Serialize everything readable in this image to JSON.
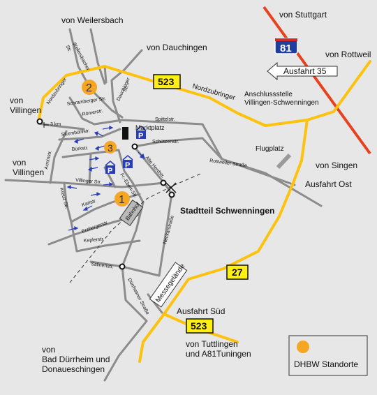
{
  "directions": {
    "weilersbach": "von Weilersbach",
    "stuttgart": "von Stuttgart",
    "dauchingen": "von Dauchingen",
    "rottweil": "von Rottweil",
    "villingen_1": "von",
    "villingen_1b": "Villingen",
    "villingen_2": "von",
    "villingen_2b": "Villingen",
    "singen": "von Singen",
    "duerrheim_1": "von",
    "duerrheim_2": "Bad Dürrheim und",
    "duerrheim_3": "Donaueschingen",
    "tuttlingen_1": "von Tuttlingen",
    "tuttlingen_2": "und A81Tuningen"
  },
  "highway": {
    "name": "81"
  },
  "road_signs": {
    "b523": "523",
    "b27": "27"
  },
  "exits": {
    "ausfahrt35": "Ausfahrt 35",
    "anschluss_1": "Anschlussstelle",
    "anschluss_2": "Villingen-Schwenningen",
    "ausfahrt_ost": "Ausfahrt Ost",
    "ausfahrt_sued": "Ausfahrt Süd"
  },
  "labels": {
    "nordzubringer_left": "Nordzubringer",
    "nordzubringer_right": "Nordzubringer",
    "flugplatz": "Flugplatz",
    "stadtteil": "Stadtteil Schwenningen",
    "marktplatz": "Marktplatz",
    "bahnhof": "Bahnhof",
    "messegelaende": "Messegelände",
    "distance": "3 km"
  },
  "streets": {
    "weilersbacher": "Weilersbacher",
    "weilersbacher_str": "Str.",
    "schramberger": "Schramberger Str.",
    "dauchinger": "Dauchinger",
    "dauchinger_str": "Str.",
    "roemerstr": "Römerstr.",
    "spittelstr": "Spittelstr.",
    "sturmbuehlstr": "Sturmbühlstr.",
    "buerkstr": "Bürkstr.",
    "schuetzenstr": "Schützenstr.",
    "rottweiler": "Rottweiler Straße",
    "arminstr": "Arminstr.",
    "alte_herdstr": "Alte Herdstr.",
    "villinger_str": "Villinger Str.",
    "fr_ebert": "Fr.-Ebert-Str.",
    "kreuz_str": "Kreuz Str.",
    "karlstr": "Karlstr.",
    "erzbergerstr": "Erzbergerstr.",
    "neckarstrasse": "Neckarstraße",
    "keplerstr": "Keplerstr.",
    "salinenstr": "Salinenstr.",
    "duerrheimer": "Dürrheimer Straße"
  },
  "campus_markers": [
    "1",
    "2",
    "3"
  ],
  "parking_symbol": "P",
  "legend": {
    "title": "DHBW Standorte"
  },
  "colors": {
    "background": "#e7e7e7",
    "street": "#8c8c8c",
    "main_road": "#fdc20e",
    "autobahn": "#e8411e",
    "sign_yellow": "#ffef14",
    "highway_shield": "#1f3f9e",
    "campus_dot": "#f5a623",
    "parking": "#2a3db8"
  }
}
